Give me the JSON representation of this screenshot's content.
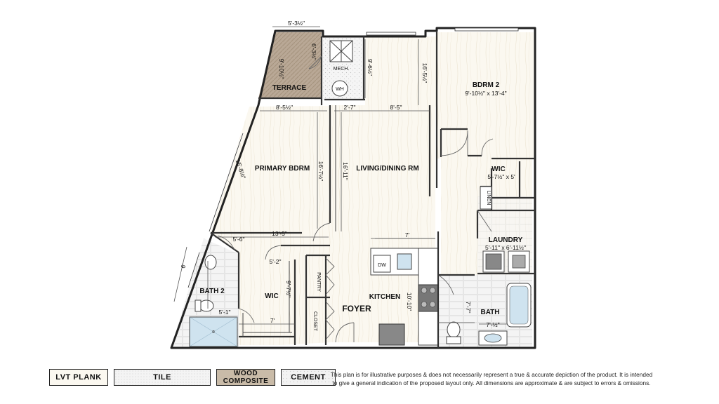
{
  "rooms": {
    "terrace": "TERRACE",
    "mech": "MECH.",
    "wh": "WH",
    "bdrm2": "BDRM 2",
    "bdrm2_size": "9'-10½\" x 13'-4\"",
    "primary": "PRIMARY BDRM",
    "living": "LIVING/DINING RM",
    "wic2": "WIC",
    "wic2_size": "5'-7½\" x 5'",
    "linen": "LINEN",
    "laundry": "LAUNDRY",
    "laundry_size": "5'-11\" x 6'-11½\"",
    "bath2": "BATH 2",
    "wic1": "WIC",
    "pantry": "PANTRY",
    "closet": "CLOSET",
    "foyer": "FOYER",
    "kitchen": "KITCHEN",
    "dw": "DW",
    "bath": "BATH"
  },
  "dims": {
    "terrace_w": "5'-3½\"",
    "terrace_h": "9'-10½\"",
    "terrace_in": "6'-3½\"",
    "mech_h": "9'-6½\"",
    "bdrm2_len": "16'-5½\"",
    "primary_w": "8'-5½\"",
    "hall_w": "2'-7\"",
    "living_w": "8'-5\"",
    "primary_wall": "15'-8½\"",
    "primary_h": "16'-7½\"",
    "living_h": "16'-11\"",
    "primary_bottom": "13'-5\"",
    "bath2_top": "5'-6\"",
    "diag": "6'",
    "bath2_w": "5'-1\"",
    "wic1_w": "5'-2\"",
    "wic1_h": "9'-7½\"",
    "wic1_bottom": "7'",
    "kitchen_w": "7'",
    "kitchen_h": "10'-10\"",
    "bath_h": "7'-7\"",
    "bath_w": "7'-½\""
  },
  "legend": {
    "lvt": "LVT PLANK",
    "tile": "TILE",
    "wood": "WOOD COMPOSITE",
    "cement": "CEMENT"
  },
  "disclaimer_line1": "This plan is for illustrative purposes & does not necessarily represent a true & accurate depiction of the product. It is intended",
  "disclaimer_line2": "to give a general indication of the proposed layout only. All dimensions are approximate & are subject to errors & omissions.",
  "colors": {
    "lvt": "#fbf8f0",
    "tile": "#f2f2f2",
    "wood": "#b9a896",
    "wall": "#222222",
    "glass": "#cfe3ef"
  }
}
